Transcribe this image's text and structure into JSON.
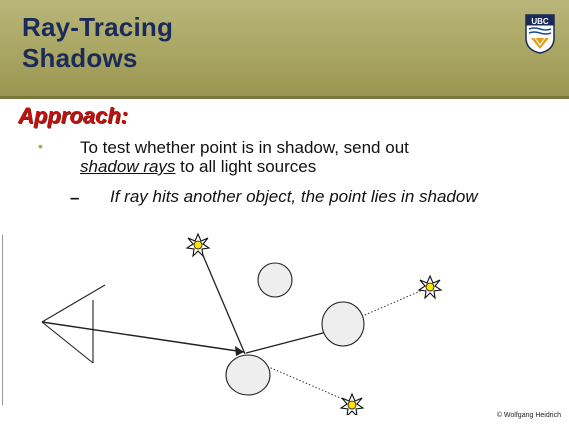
{
  "slide": {
    "title_line1": "Ray-Tracing",
    "title_line2": "Shadows",
    "approach": "Approach:",
    "bullet1_part1": "To test whether point is in shadow, send out",
    "bullet1_link": "shadow rays",
    "bullet1_part2": " to all light sources",
    "bullet2": "If ray hits another object, the point lies in shadow",
    "bullet_symbol": "•",
    "dash_symbol": "–",
    "footer": "© Wolfgang Heidrich",
    "logo_text": "UBC",
    "colors": {
      "header": "#a9a562",
      "title": "#1a2a5a",
      "approach": "#c21010",
      "light_fill": "#ffe600",
      "bullet": "#9ab040"
    },
    "icons": [
      "ubc-crest-icon",
      "light-source-icon",
      "eye-icon",
      "sphere-icon"
    ]
  }
}
